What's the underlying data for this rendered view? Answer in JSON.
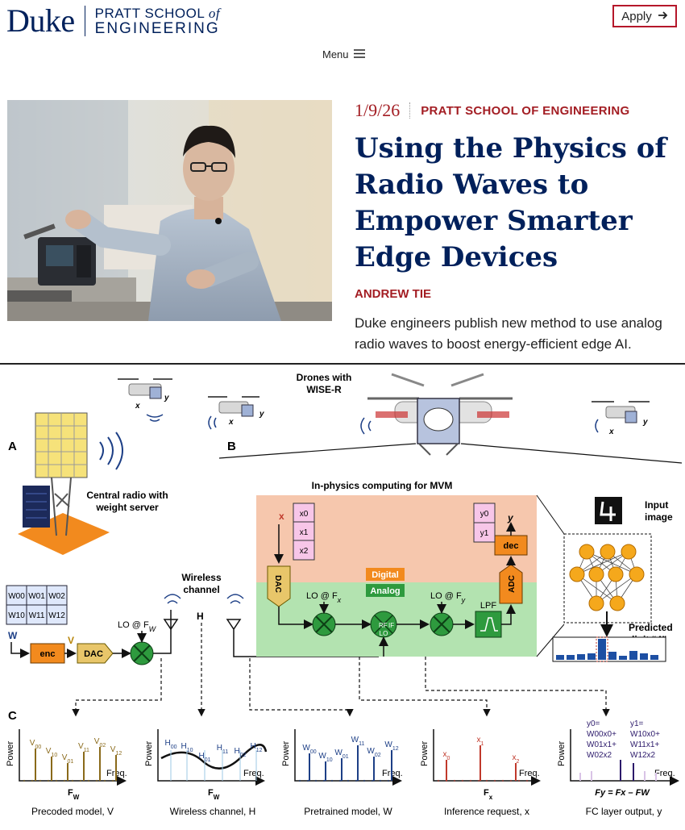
{
  "header": {
    "logo_duke": "Duke",
    "logo_line1_pre": "PRATT SCHOOL",
    "logo_line1_of": "of",
    "logo_line2": "ENGINEERING",
    "apply_label": "Apply",
    "menu_label": "Menu"
  },
  "article": {
    "date": "1/9/26",
    "source": "PRATT SCHOOL OF ENGINEERING",
    "title_lines": [
      "Using the Physics of",
      "Radio Waves to",
      "Empower Smarter",
      "Edge Devices"
    ],
    "author": "ANDREW TIE",
    "description": "Duke engineers publish new method to use analog radio waves to boost energy-efficient edge AI."
  },
  "figure": {
    "drones_label_1": "Drones with",
    "drones_label_2": "WISE-R",
    "panel_a": "A",
    "panel_b": "B",
    "panel_c": "C",
    "central_radio_1": "Central radio with",
    "central_radio_2": "weight server",
    "inphysics": "In-physics computing for MVM",
    "input_image_1": "Input",
    "input_image_2": "image",
    "predicted_1": "Predicted",
    "predicted_2": "digit “4”",
    "wireless_1": "Wireless",
    "wireless_2": "channel",
    "digital": "Digital",
    "analog": "Analog",
    "lo_fw": "LO @ F",
    "lo_fx": "LO @ F",
    "lo_fy": "LO @ F",
    "enc": "enc",
    "dac": "DAC",
    "adc": "ADC",
    "dec": "dec",
    "lpf": "LPF",
    "w_label": "W",
    "v_label": "V",
    "x_label": "x",
    "y_label": "y",
    "h_label": "H",
    "rf": "RF",
    "if": "IF",
    "lo": "LO",
    "matrix": [
      "W00",
      "W01",
      "W02",
      "W10",
      "W11",
      "W12"
    ],
    "xvec": [
      "x0",
      "x1",
      "x2"
    ],
    "yvec": [
      "y0",
      "y1"
    ],
    "power": "Power",
    "freq": "Freq.",
    "fw": "F",
    "fx": "F",
    "plot_titles": [
      "Precoded model, V",
      "Wireless channel, H",
      "Pretrained model, W",
      "Inference request, x",
      "FC layer output, y"
    ],
    "fy_eq": "Fy = Fx – FW",
    "y0_eq": [
      "y0=",
      "W00x0+",
      "W01x1+",
      "W02x2"
    ],
    "y1_eq": [
      "y1=",
      "W10x0+",
      "W11x1+",
      "W12x2"
    ],
    "v_labels": [
      "V00",
      "V10",
      "V01",
      "V11",
      "V02",
      "V12"
    ],
    "h_labels": [
      "H00",
      "H10",
      "H01",
      "H11",
      "H02",
      "H12"
    ],
    "w_labels": [
      "W00",
      "W10",
      "W01",
      "W11",
      "W02",
      "W12"
    ],
    "x_labels": [
      "x0",
      "x1",
      "x2"
    ]
  }
}
